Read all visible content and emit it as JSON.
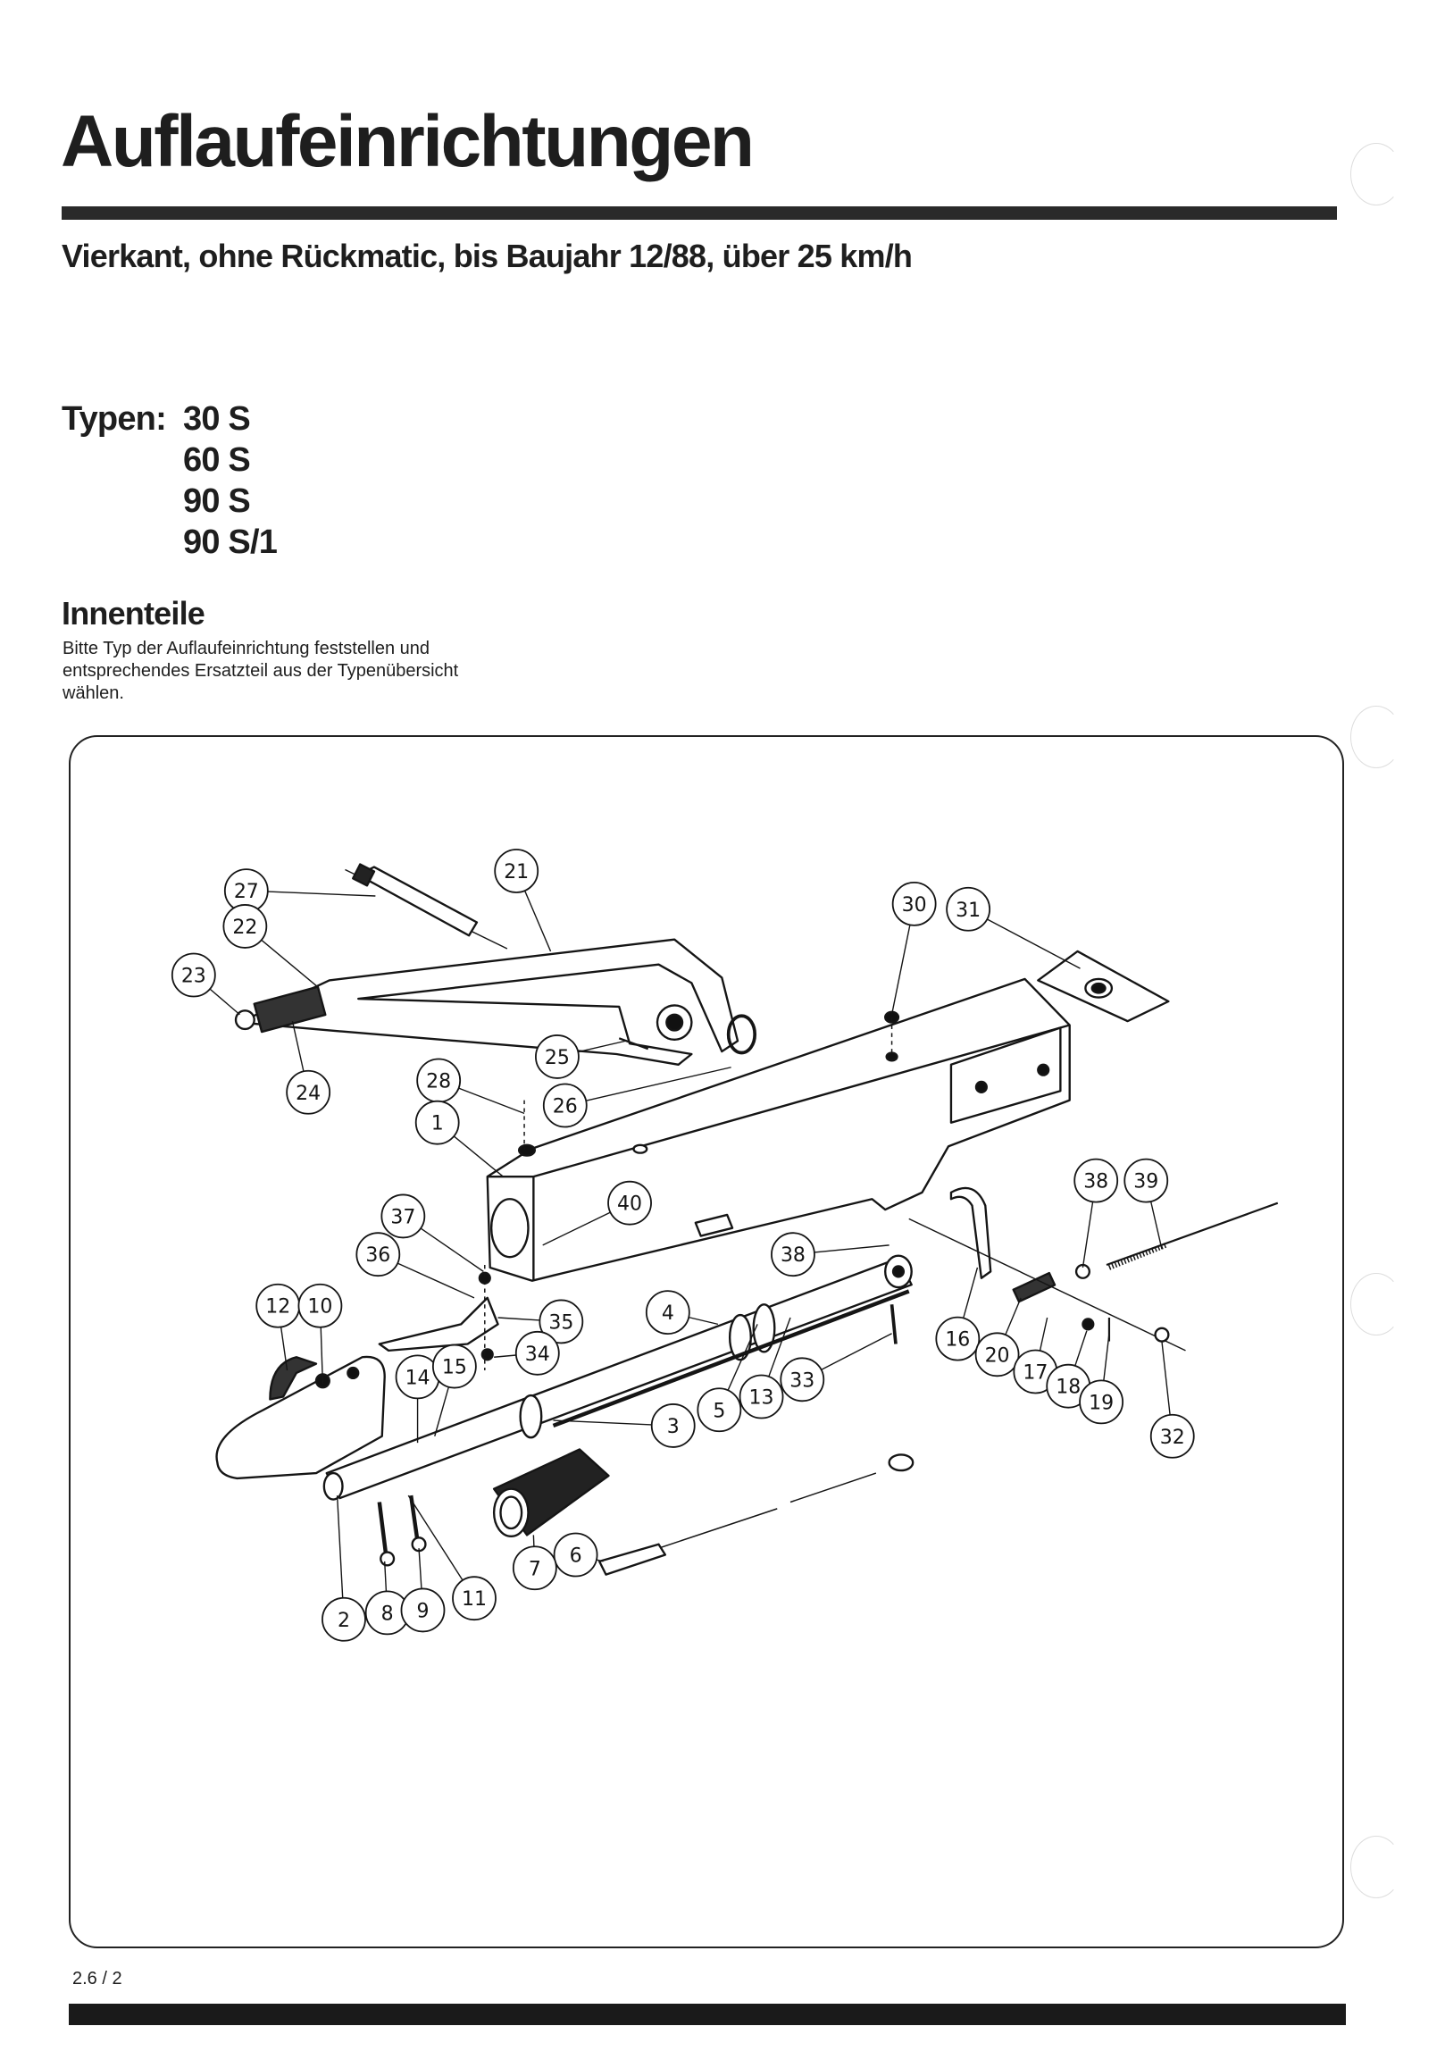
{
  "header": {
    "title": "Auflaufeinrichtungen",
    "subtitle": "Vierkant, ohne Rückmatic, bis Baujahr 12/88, über 25 km/h"
  },
  "types": {
    "label": "Typen:",
    "items": [
      "30 S",
      "60 S",
      "90 S",
      "90 S/1"
    ]
  },
  "section": {
    "heading": "Innenteile",
    "text": "Bitte Typ der Auflaufeinrichtung feststellen und entsprechendes Ersatzteil aus der Typenübersicht wählen."
  },
  "diagram": {
    "callouts": [
      "27",
      "22",
      "23",
      "21",
      "30",
      "31",
      "24",
      "25",
      "28",
      "26",
      "1",
      "40",
      "37",
      "36",
      "38",
      "38",
      "39",
      "12",
      "10",
      "35",
      "4",
      "34",
      "14",
      "15",
      "16",
      "20",
      "17",
      "18",
      "19",
      "32",
      "33",
      "13",
      "5",
      "3",
      "6",
      "7",
      "11",
      "2",
      "8",
      "9"
    ]
  },
  "footer": {
    "page_number": "2.6 / 2"
  }
}
